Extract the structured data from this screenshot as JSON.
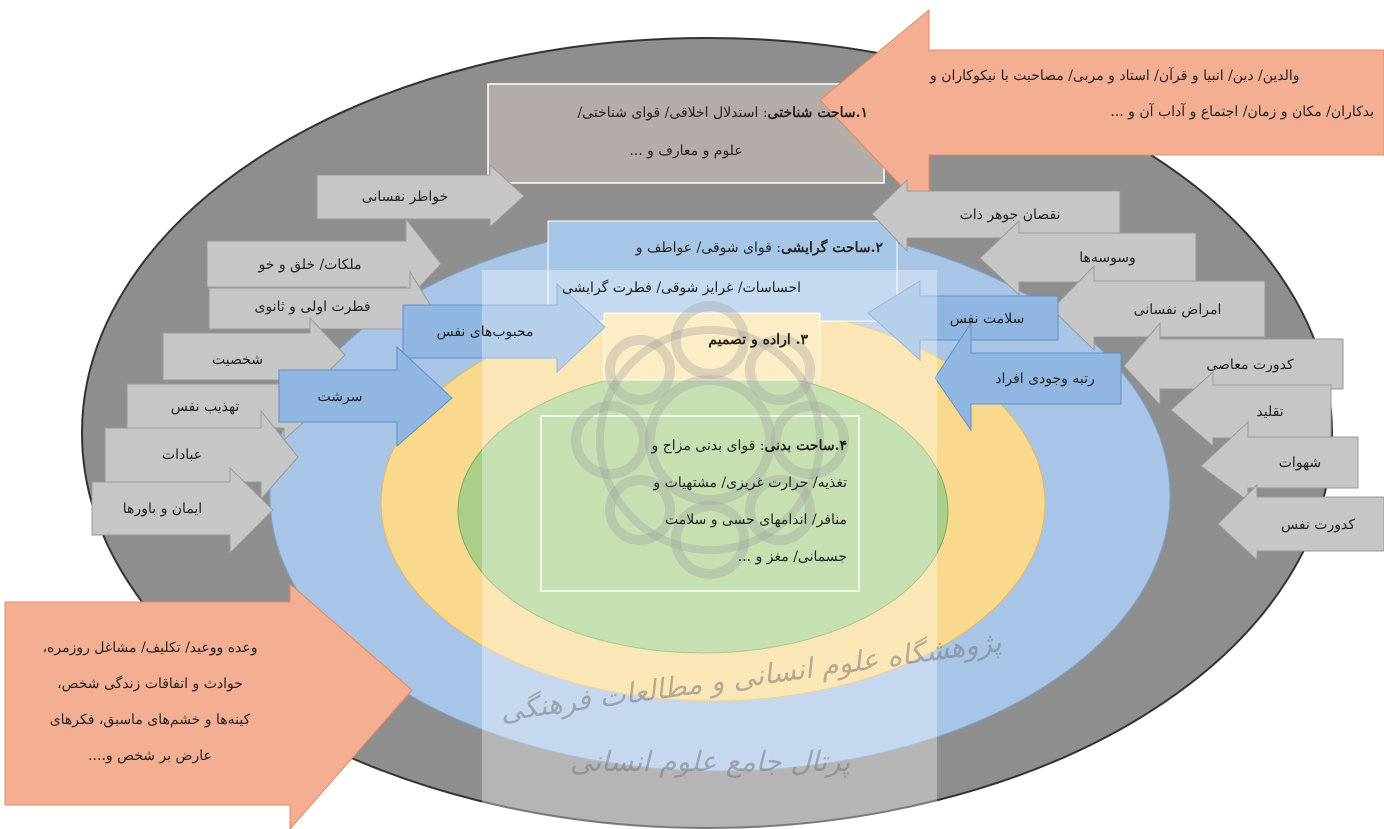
{
  "sections": {
    "cognitive": {
      "num": "۱.",
      "title": "ساحت شناختی",
      "line1": ": استدلال اخلاقی/ قوای شناختی/",
      "line2": "علوم و معارف و ..."
    },
    "affective": {
      "num": "۲.",
      "title": "ساحت گرایشی",
      "line1": ": قوای شوقی/ عواطف و",
      "line2": "احساسات/ غرایز شوقی/ فطرت گرایشی"
    },
    "will": {
      "label": "۳. اراده و تصمیم"
    },
    "bodily": {
      "num": "۴.",
      "title": "ساحت بدنی",
      "line1": ": قوای بدنی مزاج و",
      "line2": "تغذیه/ حرارت غریزی/ مشتهیات و",
      "line3": "منافر/ اندامهای حسی و سلامت",
      "line4": "جسمانی/ مغز و ..."
    }
  },
  "top_right_factors": {
    "line1": "والدین/ دین/ انبیا و قرآن/ استاد و مربی/ مصاحبت با نیکوکاران و",
    "line2": "بدکاران/ مکان و زمان/ اجتماع و آداب آن و ..."
  },
  "bottom_left_factors": {
    "line1": "وعده ووعید/ تکلیف/ مشاغل روزمره،",
    "line2": "حوادث و اتفاقات زندگی شخص،",
    "line3": "کینه‌ها و خشم‌های ماسبق، فکرهای",
    "line4": "عارض بر شخص و...."
  },
  "left_arrows": [
    "خواطر نفسانی",
    "ملکات/ خلق و خو",
    "فطرت اولی و ثانوی",
    "شخصیت",
    "تهذیب نفس",
    "عبادات",
    "ایمان و باورها"
  ],
  "right_arrows": [
    "نقصان جوهر ذات",
    "وسوسه‌ها",
    "امراض نفسانی",
    "کدورت معاصی",
    "تقلید",
    "شهوات",
    "کدورت نفس"
  ],
  "blue_arrows": {
    "love": "محبوب‌های نفس",
    "nature": "سرشت",
    "health": "سلامت نفس",
    "rank": "رتبه وجودی افراد"
  },
  "watermark": {
    "line1": "پژوهشگاه علوم انسانی و مطالعات فرهنگی",
    "line2": "پرتال جامع علوم انسانی"
  },
  "colors": {
    "outer": "#8e8e8e",
    "blue": "#a8c4e6",
    "yellow": "#f9d98e",
    "green": "#a9cf88",
    "salmon": "#f4ae92",
    "grey_arrow": "#c6c6c6"
  }
}
